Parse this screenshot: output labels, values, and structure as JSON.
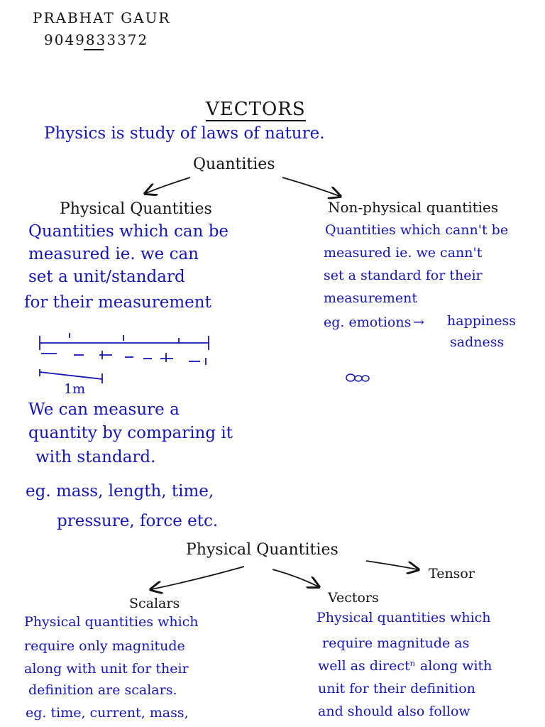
{
  "header": {
    "name": "PRABHAT GAUR",
    "phone": "9049833372"
  },
  "title": "VECTORS",
  "intro": "Physics is study of laws of nature.",
  "tree1": {
    "root": "Quantities",
    "left": {
      "label": "Physical Quantities",
      "lines": [
        "Quantities which can be",
        "measured ie. we can",
        "set a unit/standard",
        "for their measurement"
      ]
    },
    "right": {
      "label": "Non-physical quantities",
      "lines": [
        "Quantities which cann't be",
        "measured ie. we cann't",
        "set a standard for their",
        "measurement"
      ],
      "example_prefix": "eg. emotions",
      "examples": [
        "happiness",
        "sadness"
      ]
    }
  },
  "scale": {
    "unit_label": "1m"
  },
  "measure_note": [
    "We can measure a",
    "quantity by comparing it",
    "with standard."
  ],
  "examples_line": [
    "eg. mass, length, time,",
    "pressure, force etc."
  ],
  "tree2": {
    "root": "Physical Quantities",
    "branches": [
      "Scalars",
      "Vectors",
      "Tensor"
    ],
    "scalars_lines": [
      "Physical quantities which",
      "require only magnitude",
      "along with unit for their",
      "definition are scalars.",
      "eg. time, current, mass,"
    ],
    "vectors_lines": [
      "Physical quantities which",
      "require magnitude as",
      "well as directⁿ along with",
      "unit for their definition",
      "and should also follow"
    ]
  },
  "colors": {
    "ink_black": "#141414",
    "ink_blue": "#1515b8"
  }
}
